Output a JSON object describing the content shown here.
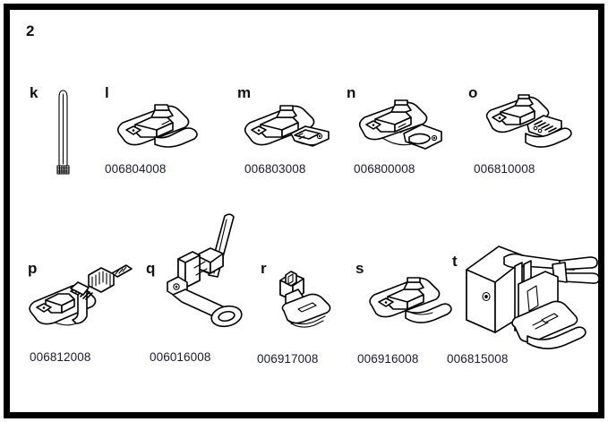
{
  "plate": {
    "number": "2",
    "title_label": "plate-2"
  },
  "items": [
    {
      "letter": "k",
      "part_number": "",
      "name": "spool-pin",
      "icon": "spool-pin-icon"
    },
    {
      "letter": "l",
      "part_number": "006804008",
      "name": "blind-stitch-foot",
      "icon": "presser-foot-icon"
    },
    {
      "letter": "m",
      "part_number": "006803008",
      "name": "zipper-foot",
      "icon": "presser-foot-icon"
    },
    {
      "letter": "n",
      "part_number": "006800008",
      "name": "edge-stitch-foot",
      "icon": "presser-foot-icon"
    },
    {
      "letter": "o",
      "part_number": "006810008",
      "name": "overcasting-foot",
      "icon": "presser-foot-icon"
    },
    {
      "letter": "p",
      "part_number": "006812008",
      "name": "adjustable-screw-foot",
      "icon": "presser-foot-icon"
    },
    {
      "letter": "q",
      "part_number": "006016008",
      "name": "button-sewing-foot",
      "icon": "presser-foot-icon"
    },
    {
      "letter": "r",
      "part_number": "006917008",
      "name": "straight-stitch-foot",
      "icon": "presser-foot-icon"
    },
    {
      "letter": "s",
      "part_number": "006916008",
      "name": "zigzag-foot",
      "icon": "presser-foot-icon"
    },
    {
      "letter": "t",
      "part_number": "006815008",
      "name": "buttonhole-foot",
      "icon": "presser-foot-icon"
    }
  ],
  "colors": {
    "border": "#000000",
    "text": "#111111",
    "part_number_text": "#1a1a32",
    "background": "#ffffff"
  }
}
